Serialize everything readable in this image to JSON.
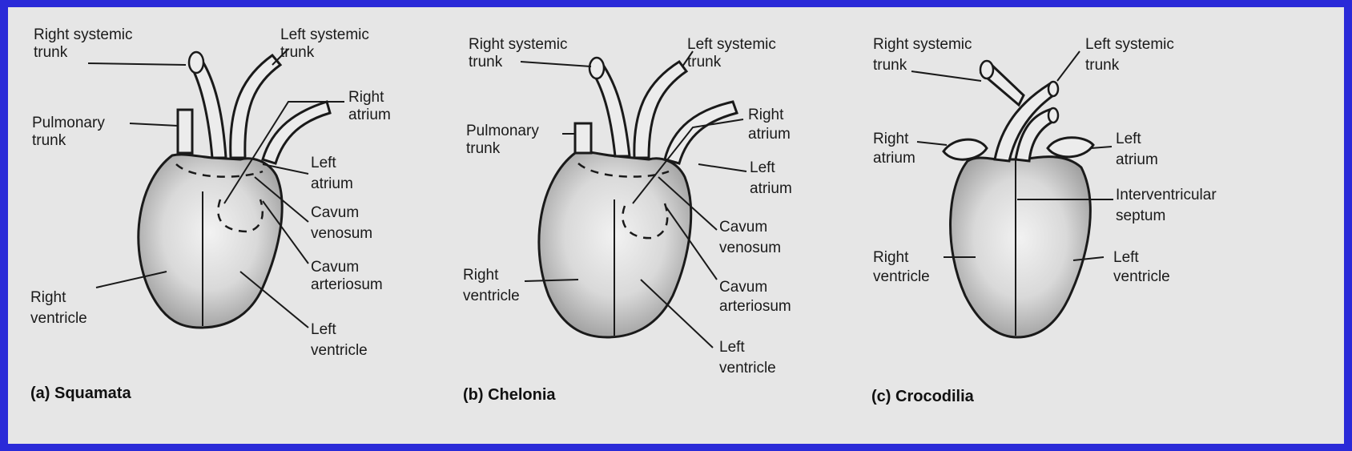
{
  "panels": [
    {
      "caption": "(a) Squamata",
      "labels": {
        "right_systemic": [
          "Right systemic",
          "trunk"
        ],
        "left_systemic": [
          "Left systemic",
          "trunk"
        ],
        "pulmonary": [
          "Pulmonary",
          "trunk"
        ],
        "right_atrium": [
          "Right",
          "atrium"
        ],
        "left_atrium": [
          "Left",
          "atrium"
        ],
        "cavum_venosum": [
          "Cavum",
          "venosum"
        ],
        "cavum_arteriosum": [
          "Cavum",
          "arteriosum"
        ],
        "right_ventricle": [
          "Right",
          "ventricle"
        ],
        "left_ventricle": [
          "Left",
          "ventricle"
        ]
      }
    },
    {
      "caption": "(b) Chelonia",
      "labels": {
        "right_systemic": [
          "Right systemic",
          "trunk"
        ],
        "left_systemic": [
          "Left systemic",
          "trunk"
        ],
        "pulmonary": [
          "Pulmonary",
          "trunk"
        ],
        "right_atrium": [
          "Right",
          "atrium"
        ],
        "left_atrium": [
          "Left",
          "atrium"
        ],
        "cavum_venosum": [
          "Cavum",
          "venosum"
        ],
        "cavum_arteriosum": [
          "Cavum",
          "arteriosum"
        ],
        "right_ventricle": [
          "Right",
          "ventricle"
        ],
        "left_ventricle": [
          "Left",
          "ventricle"
        ]
      }
    },
    {
      "caption": "(c) Crocodilia",
      "labels": {
        "right_systemic": [
          "Right systemic",
          "trunk"
        ],
        "left_systemic": [
          "Left systemic",
          "trunk"
        ],
        "right_atrium": [
          "Right",
          "atrium"
        ],
        "left_atrium": [
          "Left",
          "atrium"
        ],
        "interventricular_septum": [
          "Interventricular",
          "septum"
        ],
        "right_ventricle": [
          "Right",
          "ventricle"
        ],
        "left_ventricle": [
          "Left",
          "ventricle"
        ]
      }
    }
  ]
}
